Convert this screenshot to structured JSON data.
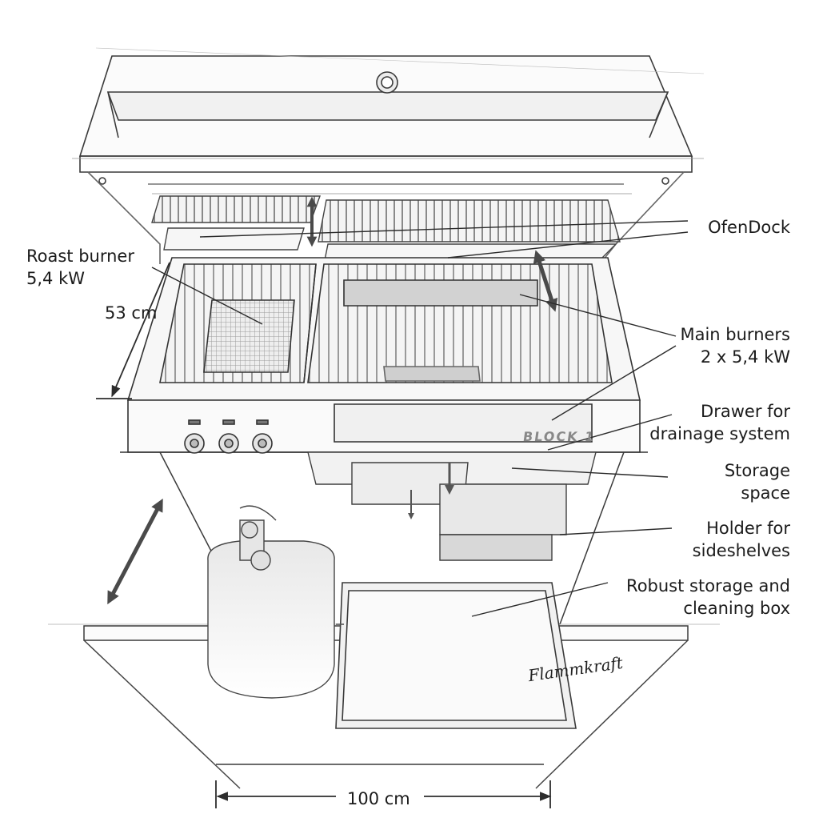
{
  "labels": {
    "ofendock": "OfenDock",
    "roast_burner": [
      "Roast burner",
      "5,4 kW"
    ],
    "depth": "53 cm",
    "main_burners": [
      "Main burners",
      "2 x 5,4 kW"
    ],
    "drawer": [
      "Drawer for",
      "drainage system"
    ],
    "storage": [
      "Storage",
      "space"
    ],
    "holder": [
      "Holder for",
      "sideshelves"
    ],
    "box": [
      "Robust storage and",
      "cleaning box"
    ],
    "width": "100 cm",
    "brand_front": "BLOCK 1",
    "brand_script": "Flammkraft"
  },
  "colors": {
    "line": "#3a3a3a",
    "light": "#8c8c8c",
    "arrow": "#5a5a5a",
    "fill_light": "#f3f3f3",
    "fill_mid": "#d9d9d9"
  }
}
